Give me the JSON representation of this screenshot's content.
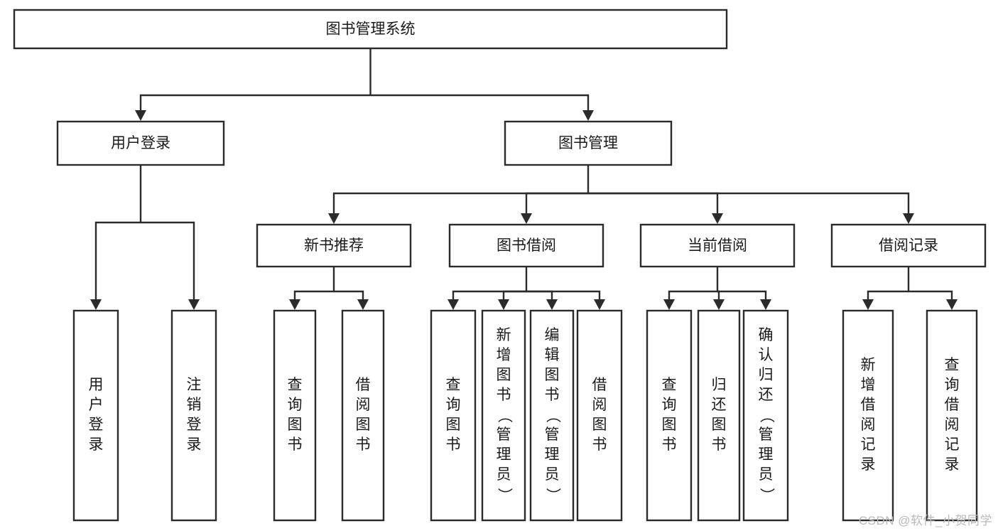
{
  "diagram": {
    "type": "tree-hierarchy",
    "title": "图书管理系统",
    "watermark": "CSDN @软件_小贺同学",
    "colors": {
      "stroke": "#2b2b2b",
      "fill": "#ffffff",
      "text": "#1a1a1a",
      "watermark": "#b9b9b9"
    },
    "nodes": {
      "root": {
        "label": "图书管理系统",
        "orientation": "horizontal"
      },
      "level2": [
        {
          "id": "user-login",
          "label": "用户登录",
          "orientation": "horizontal"
        },
        {
          "id": "book-manage",
          "label": "图书管理",
          "orientation": "horizontal"
        }
      ],
      "level3": [
        {
          "id": "new-book-rec",
          "label": "新书推荐",
          "orientation": "horizontal"
        },
        {
          "id": "book-borrow",
          "label": "图书借阅",
          "orientation": "horizontal"
        },
        {
          "id": "current-borrow",
          "label": "当前借阅",
          "orientation": "horizontal"
        },
        {
          "id": "borrow-record",
          "label": "借阅记录",
          "orientation": "horizontal"
        }
      ],
      "leaves": {
        "user-login": [
          {
            "id": "leaf-user-login",
            "label": "用户登录",
            "orientation": "vertical"
          },
          {
            "id": "leaf-logout-login",
            "label": "注销登录",
            "orientation": "vertical"
          }
        ],
        "new-book-rec": [
          {
            "id": "leaf-query-book-1",
            "label": "查询图书",
            "orientation": "vertical"
          },
          {
            "id": "leaf-borrow-book-1",
            "label": "借阅图书",
            "orientation": "vertical"
          }
        ],
        "book-borrow": [
          {
            "id": "leaf-query-book-2",
            "label": "查询图书",
            "orientation": "vertical"
          },
          {
            "id": "leaf-add-book",
            "label": "新增图书（管理员）",
            "orientation": "vertical"
          },
          {
            "id": "leaf-edit-book",
            "label": "编辑图书（管理员）",
            "orientation": "vertical"
          },
          {
            "id": "leaf-borrow-book-2",
            "label": "借阅图书",
            "orientation": "vertical"
          }
        ],
        "current-borrow": [
          {
            "id": "leaf-query-book-3",
            "label": "查询图书",
            "orientation": "vertical"
          },
          {
            "id": "leaf-return-book",
            "label": "归还图书",
            "orientation": "vertical"
          },
          {
            "id": "leaf-confirm-return",
            "label": "确认归还（管理员）",
            "orientation": "vertical"
          }
        ],
        "borrow-record": [
          {
            "id": "leaf-add-record",
            "label": "新增借阅记录",
            "orientation": "vertical"
          },
          {
            "id": "leaf-query-record",
            "label": "查询借阅记录",
            "orientation": "vertical"
          }
        ]
      }
    }
  }
}
